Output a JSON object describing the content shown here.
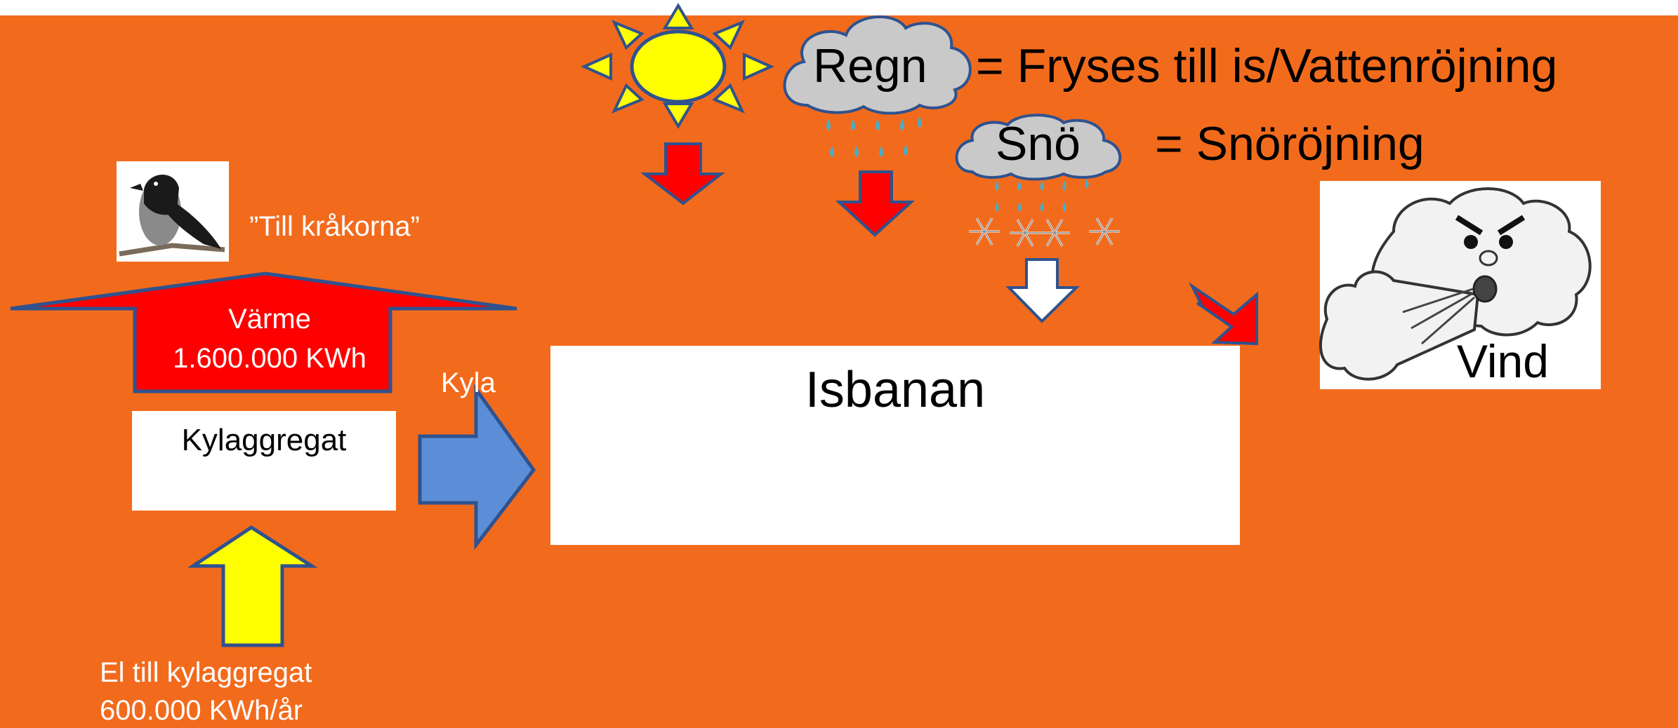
{
  "colors": {
    "background": "#F26B1D",
    "heat_arrow": "#FF0000",
    "cooling_arrow": "#5B8ED6",
    "electricity_arrow": "#FFFF00",
    "sun": "#FFFF00",
    "cloud": "#C9C9C9",
    "raindrop": "#4BACC6",
    "arrow_outline": "#2F528F"
  },
  "crow": {
    "caption": "”Till kråkorna”",
    "icon": "crow-photo"
  },
  "heat": {
    "label": "Värme",
    "amount": "1.600.000 KWh"
  },
  "chiller": {
    "label": "Kylaggregat"
  },
  "cooling": {
    "label": "Kyla"
  },
  "electricity": {
    "label": "El till kylaggregat",
    "amount": "600.000 KWh/år"
  },
  "rink": {
    "label": "Isbanan"
  },
  "rain": {
    "label": "Regn",
    "effect": "= Fryses till is/Vattenröjning",
    "icon": "rain-cloud-icon"
  },
  "snow": {
    "label": "Snö",
    "effect": "= Snöröjning",
    "icon": "snow-cloud-icon"
  },
  "sun": {
    "icon": "sun-icon"
  },
  "wind": {
    "label": "Vind",
    "icon": "wind-face-cloud-icon"
  }
}
